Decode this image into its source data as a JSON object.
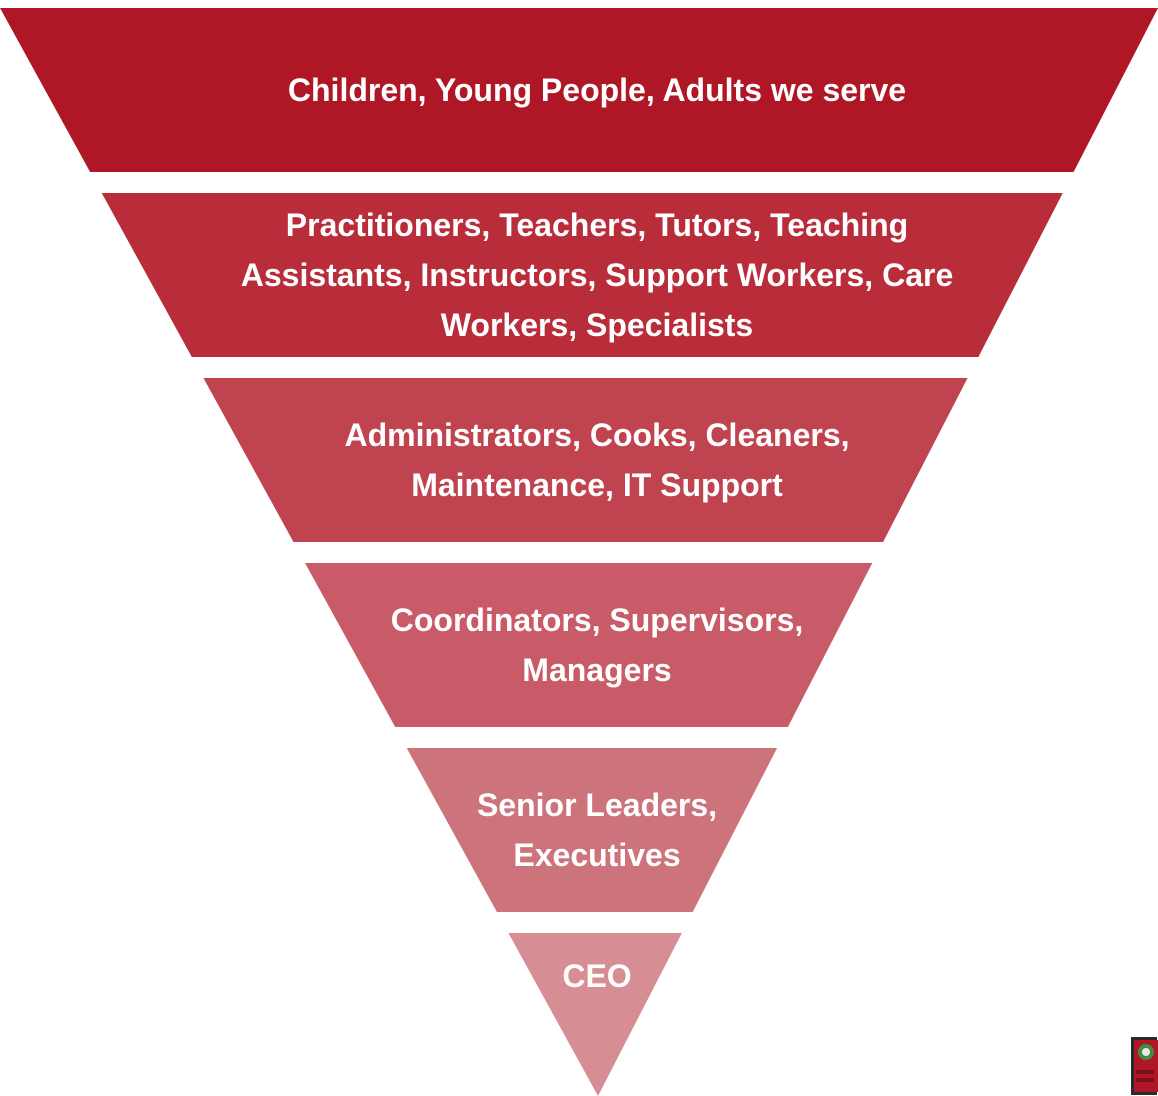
{
  "diagram": {
    "type": "inverted-pyramid",
    "tiers": [
      {
        "lines": [
          "Children, Young People, Adults we serve"
        ],
        "color": "#b01726"
      },
      {
        "lines": [
          "Practitioners, Teachers, Tutors, Teaching",
          "Assistants, Instructors, Support Workers, Care",
          "Workers, Specialists"
        ],
        "color": "#b92d3b"
      },
      {
        "lines": [
          "Administrators, Cooks, Cleaners,",
          "Maintenance, IT Support"
        ],
        "color": "#c04350"
      },
      {
        "lines": [
          "Coordinators, Supervisors,",
          "Managers"
        ],
        "color": "#c85b67"
      },
      {
        "lines": [
          "Senior Leaders,",
          "Executives"
        ],
        "color": "#cd737c"
      },
      {
        "lines": [
          "CEO"
        ],
        "color": "#d68d93"
      }
    ]
  },
  "logo": {
    "icon": "organisation-logo-icon"
  }
}
